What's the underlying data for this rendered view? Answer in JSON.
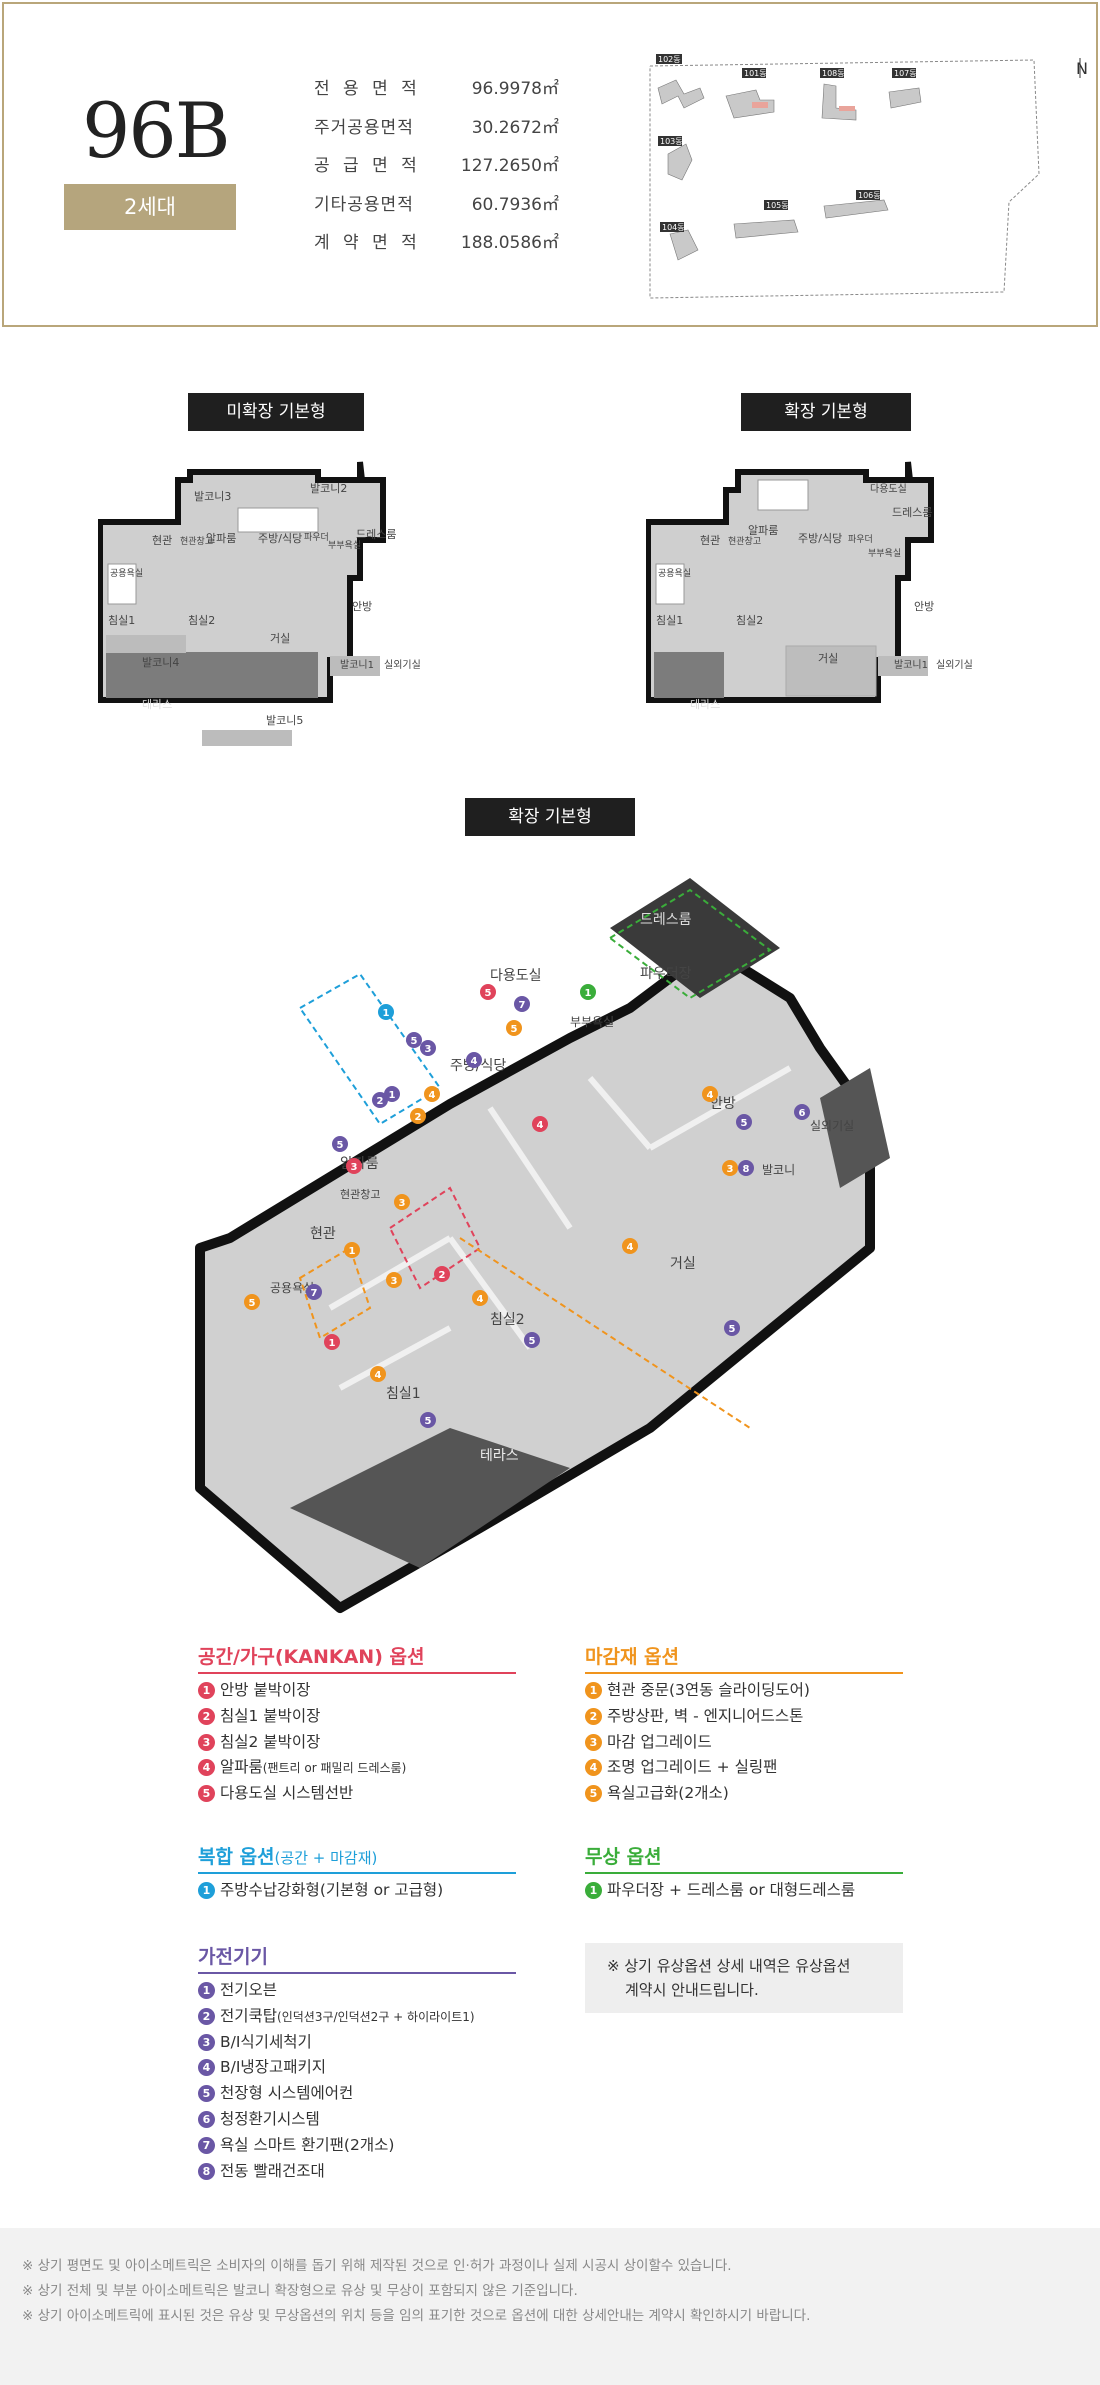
{
  "unit": {
    "type": "96B",
    "households": "2세대"
  },
  "areas": [
    {
      "label": "전 용 면 적",
      "value": "96.9978㎡"
    },
    {
      "label": "주거공용면적",
      "value": "30.2672㎡"
    },
    {
      "label": "공 급 면 적",
      "value": "127.2650㎡"
    },
    {
      "label": "기타공용면적",
      "value": "60.7936㎡"
    },
    {
      "label": "계 약 면 적",
      "value": "188.0586㎡"
    }
  ],
  "siteplan": {
    "buildings": [
      "102동",
      "101동",
      "108동",
      "107동",
      "103동",
      "105동",
      "106동",
      "104동"
    ]
  },
  "plans": {
    "unexpanded_title": "미확장 기본형",
    "expanded_title": "확장 기본형",
    "iso_title": "확장 기본형",
    "rooms_2d": {
      "balcony3": "발코니3",
      "balcony2": "발코니2",
      "entrance": "현관",
      "closet": "현관창고",
      "alpha": "알파룸",
      "kitchen": "주방/식당",
      "powder": "파우더",
      "bath": "부부욕실",
      "dress": "드레스룸",
      "common_bath": "공용욕실",
      "bed1": "침실1",
      "bed2": "침실2",
      "living": "거실",
      "master": "안방",
      "balcony4": "발코니4",
      "balcony1": "발코니1",
      "outdoor": "실외기실",
      "terrace": "테라스",
      "balcony5": "발코니5",
      "utility": "다용도실"
    },
    "rooms_iso": {
      "dress": "드레스룸",
      "utility": "다용도실",
      "powder": "파우더장",
      "bath": "부부욕실",
      "kitchen": "주방/식당",
      "master": "안방",
      "outdoor": "실외기실",
      "balcony": "발코니",
      "alpha": "알파룸",
      "closet": "현관창고",
      "entrance": "현관",
      "living": "거실",
      "common_bath": "공용욕실",
      "bed2": "침실2",
      "bed1": "침실1",
      "terrace": "테라스"
    }
  },
  "options": {
    "space": {
      "title": "공간/가구(KANKAN) 옵션",
      "color": "#e0435b",
      "items": [
        {
          "n": "1",
          "text": "안방 붙박이장"
        },
        {
          "n": "2",
          "text": "침실1 붙박이장"
        },
        {
          "n": "3",
          "text": "침실2 붙박이장"
        },
        {
          "n": "4",
          "text": "알파룸",
          "note": "(팬트리 or 패밀리 드레스룸)"
        },
        {
          "n": "5",
          "text": "다용도실 시스템선반"
        }
      ]
    },
    "finish": {
      "title": "마감재 옵션",
      "color": "#f0941d",
      "items": [
        {
          "n": "1",
          "text": "현관 중문(3연동 슬라이딩도어)"
        },
        {
          "n": "2",
          "text": "주방상판, 벽 - 엔지니어드스톤"
        },
        {
          "n": "3",
          "text": "마감 업그레이드"
        },
        {
          "n": "4",
          "text": "조명 업그레이드 + 실링팬"
        },
        {
          "n": "5",
          "text": "욕실고급화(2개소)"
        }
      ]
    },
    "combo": {
      "title": "복합 옵션",
      "title_note": "(공간 + 마감재)",
      "color": "#1e9fd9",
      "items": [
        {
          "n": "1",
          "text": "주방수납강화형(기본형 or 고급형)"
        }
      ]
    },
    "free": {
      "title": "무상 옵션",
      "color": "#3aad3a",
      "items": [
        {
          "n": "1",
          "text": "파우더장 + 드레스룸 or 대형드레스룸"
        }
      ]
    },
    "appliance": {
      "title": "가전기기",
      "color": "#6a57a5",
      "items": [
        {
          "n": "1",
          "text": "전기오븐"
        },
        {
          "n": "2",
          "text": "전기쿡탑",
          "note": "(인덕션3구/인덕션2구 + 하이라이트1)"
        },
        {
          "n": "3",
          "text": "B/I식기세척기"
        },
        {
          "n": "4",
          "text": "B/I냉장고패키지"
        },
        {
          "n": "5",
          "text": "천장형 시스템에어컨"
        },
        {
          "n": "6",
          "text": "청정환기시스템"
        },
        {
          "n": "7",
          "text": "욕실 스마트 환기팬(2개소)"
        },
        {
          "n": "8",
          "text": "전동 빨래건조대"
        }
      ]
    },
    "notice": [
      "※ 상기 유상옵션 상세 내역은 유상옵션",
      "계약시 안내드립니다."
    ]
  },
  "footer": [
    "※ 상기 평면도 및 아이소메트릭은 소비자의 이해를 돕기 위해 제작된 것으로 인·허가 과정이나 실제 시공시 상이할수 있습니다.",
    "※ 상기 전체 및 부분 아이소메트릭은 발코니 확장형으로 유상 및 무상이 포함되지 않은 기준입니다.",
    "※ 상기 아이소메트릭에 표시된 것은 유상 및 무상옵션의 위치 등을 임의 표기한 것으로 옵션에 대한 상세안내는 계약시 확인하시기 바랍니다."
  ]
}
